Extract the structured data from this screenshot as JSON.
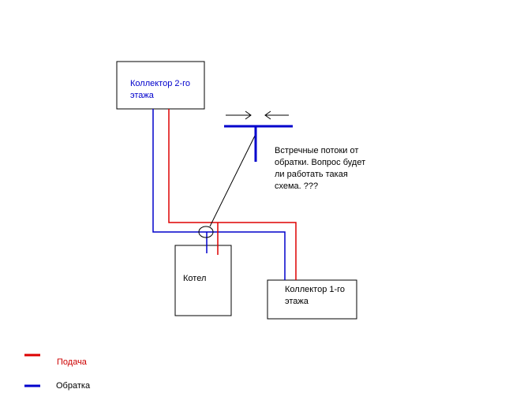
{
  "boxes": {
    "collector_2": {
      "label": "Коллектор 2-го\nэтажа"
    },
    "boiler": {
      "label": "Котел"
    },
    "collector_1": {
      "label": "Коллектор 1-го\nэтажа"
    }
  },
  "annotation": {
    "text": "Встречные потоки от\nобратки. Вопрос будет\nли работать такая\nсхема. ???"
  },
  "legend": {
    "supply": {
      "label": "Подача",
      "color": "#dd0000"
    },
    "return": {
      "label": "Обратка",
      "color": "#0000cc"
    }
  },
  "colors": {
    "supply": "#dd0000",
    "return": "#0000cc",
    "outline": "#000000"
  }
}
